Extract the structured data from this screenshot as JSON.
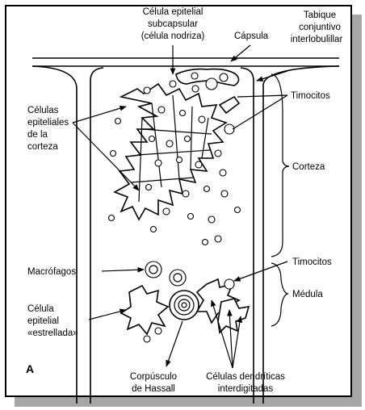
{
  "figure": {
    "panel_letter": "A",
    "labels": {
      "subcapsular_line1": "Célula epitelial",
      "subcapsular_line2": "subcapsular",
      "subcapsular_line3": "(célula nodriza)",
      "capsula": "Cápsula",
      "tabique_line1": "Tabique",
      "tabique_line2": "conjuntivo",
      "tabique_line3": "interlobulillar",
      "timocitos_top": "Timocitos",
      "celulas_epiteliales_line1": "Células",
      "celulas_epiteliales_line2": "epiteliales",
      "celulas_epiteliales_line3": "de la",
      "celulas_epiteliales_line4": "corteza",
      "corteza": "Corteza",
      "macrofagos": "Macrófagos",
      "timocitos_bottom": "Timocitos",
      "medula": "Médula",
      "estrellada_line1": "Célula",
      "estrellada_line2": "epitelial",
      "estrellada_line3": "«estrellada»",
      "hassall_line1": "Corpúsculo",
      "hassall_line2": "de Hassall",
      "dendriticas_line1": "Células dendríticas",
      "dendriticas_line2": "interdigitadas"
    },
    "colors": {
      "line": "#000000",
      "shadow": "#a6a6a6",
      "background": "#ffffff"
    }
  }
}
